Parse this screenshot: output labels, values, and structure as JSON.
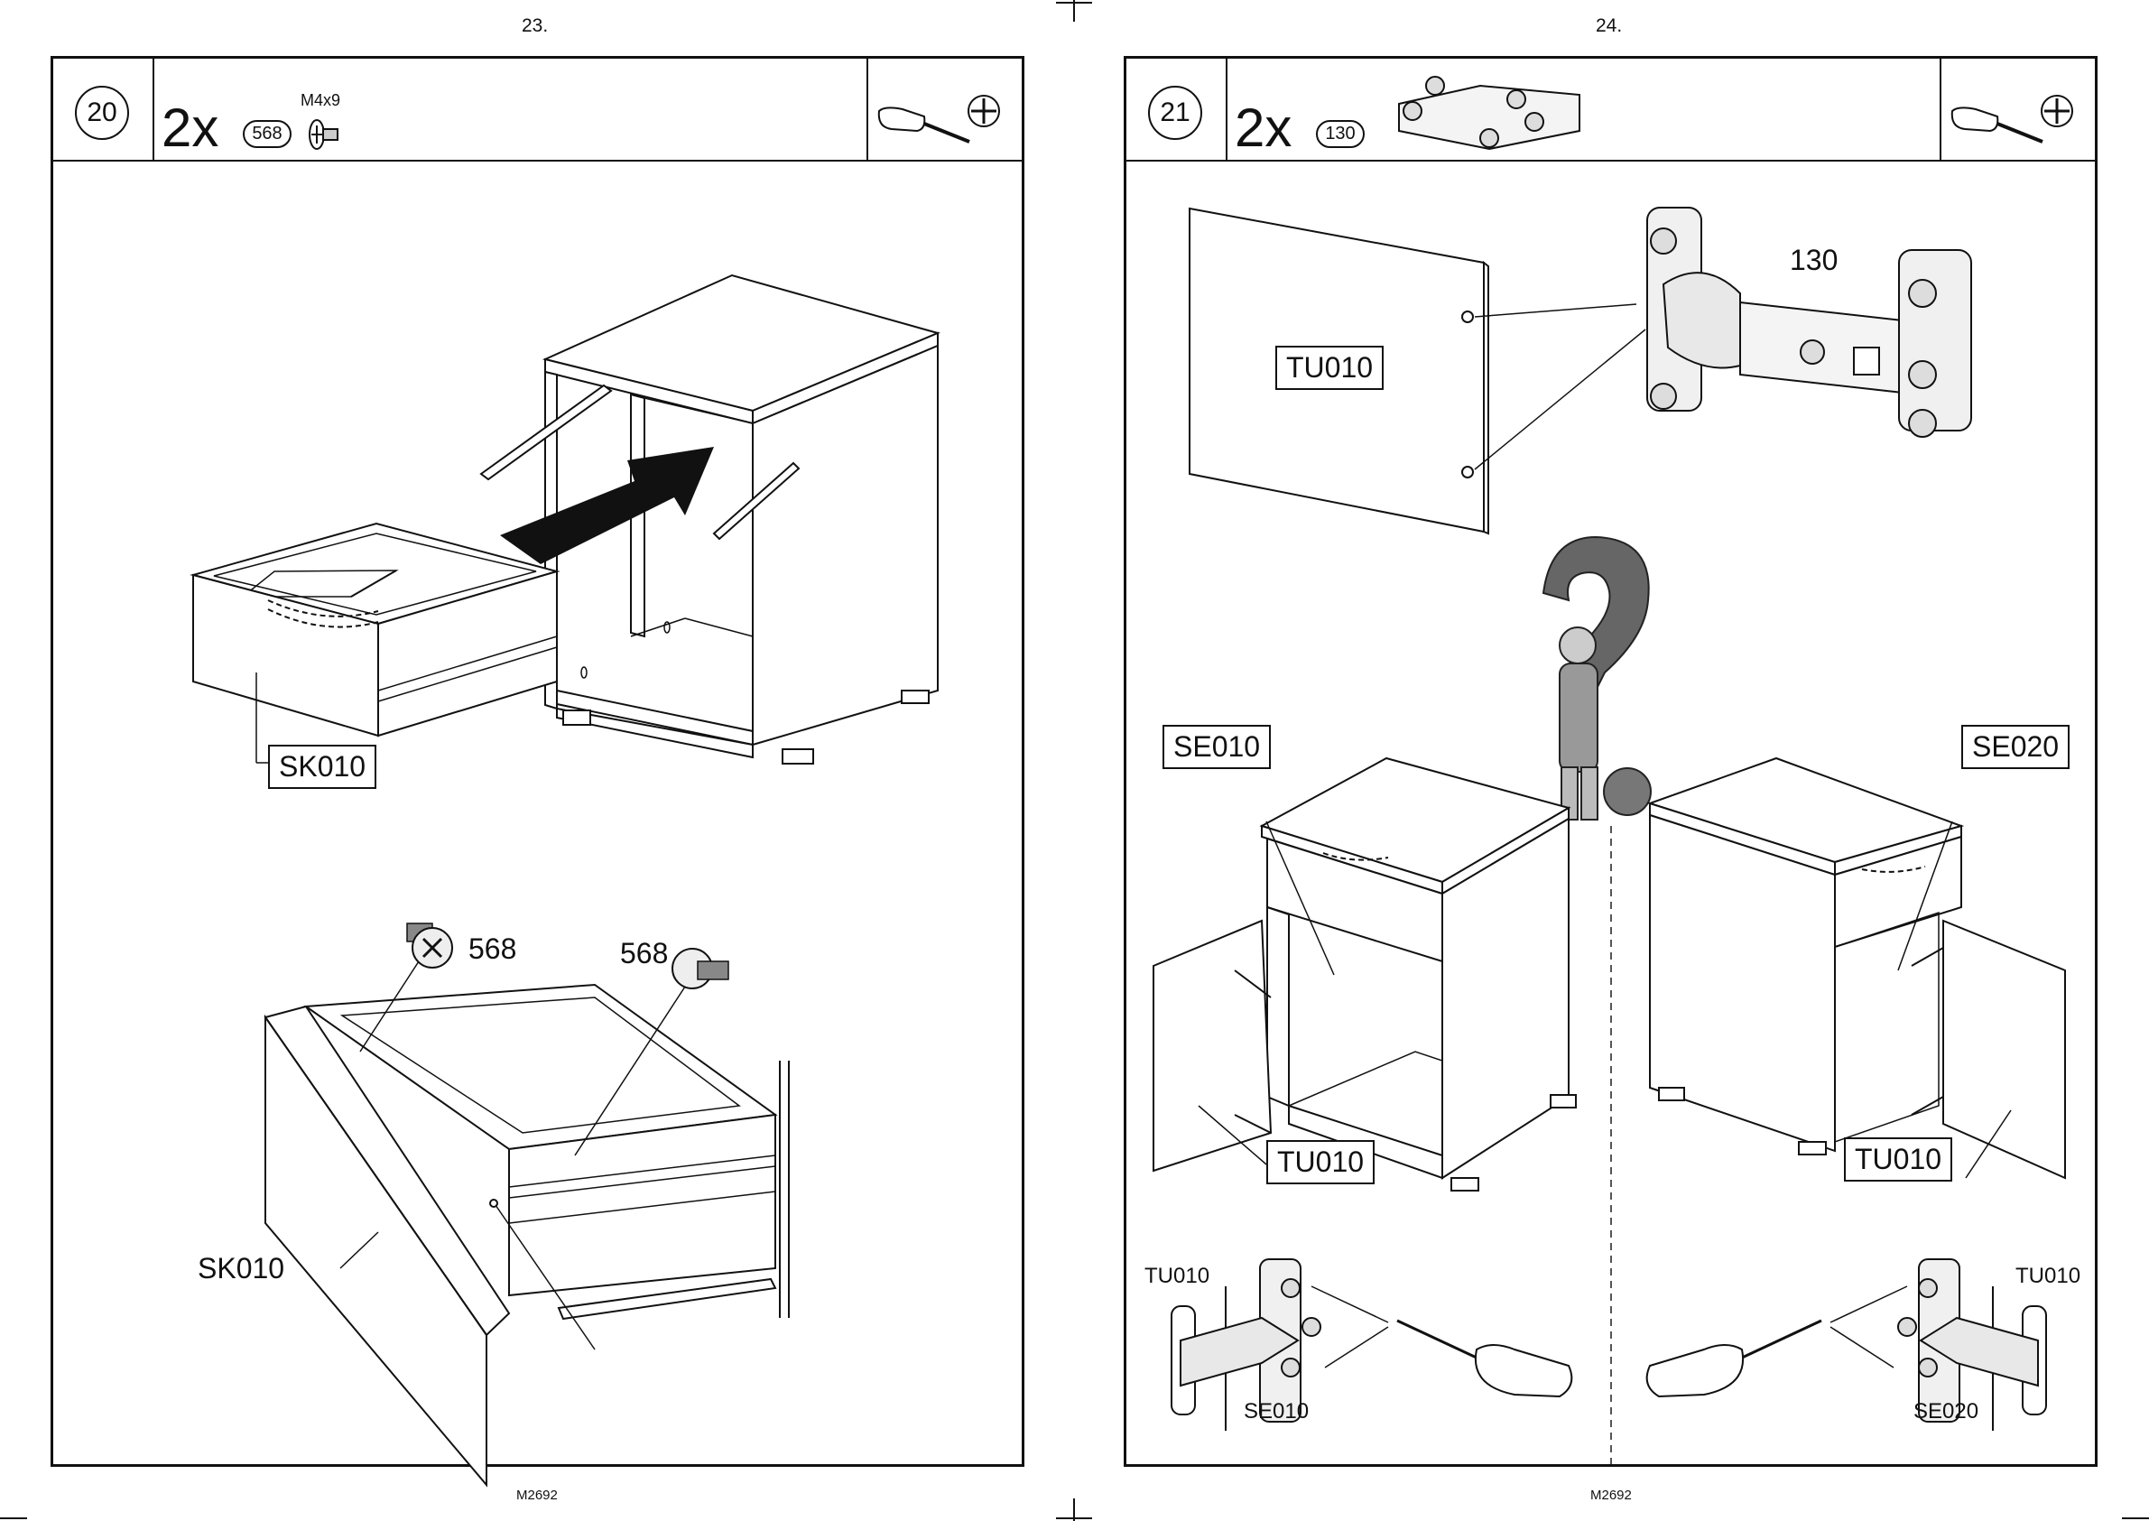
{
  "pages": [
    {
      "number": "23.",
      "footer": "M2692",
      "step": {
        "number": "20",
        "quantity": "2x",
        "part_code": "568",
        "part_spec": "M4x9"
      },
      "labels": {
        "drawer_top": "SK010",
        "screw_left": "568",
        "screw_right": "568",
        "drawer_bottom": "SK010"
      },
      "icons": [
        "screwdriver-icon",
        "phillips-head-icon",
        "screw-icon",
        "arrow-icon"
      ]
    },
    {
      "number": "24.",
      "footer": "M2692",
      "step": {
        "number": "21",
        "quantity": "2x",
        "part_code": "130"
      },
      "labels": {
        "door_panel": "TU010",
        "hinge": "130",
        "cabinet_left": "SE010",
        "cabinet_right": "SE020",
        "door_left": "TU010",
        "door_right": "TU010",
        "detail_left_door": "TU010",
        "detail_left_side": "SE010",
        "detail_right_door": "TU010",
        "detail_right_side": "SE020"
      },
      "icons": [
        "screwdriver-icon",
        "phillips-head-icon",
        "hinge-icon",
        "thinking-man-question-icon"
      ]
    }
  ]
}
